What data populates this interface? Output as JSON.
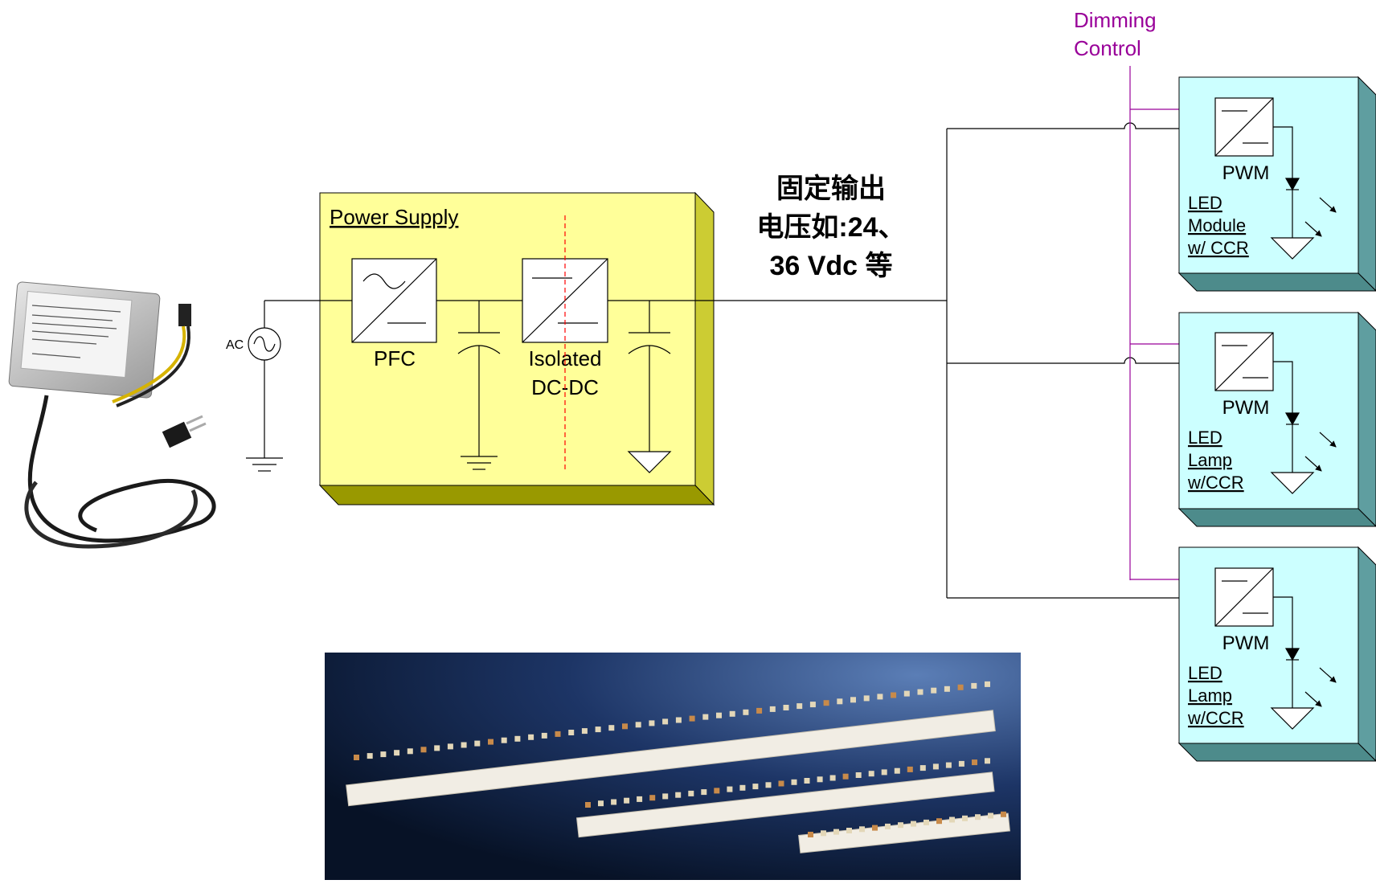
{
  "diagram": {
    "ac_label": "AC",
    "power_supply": {
      "title": "Power Supply",
      "pfc_label": "PFC",
      "dcdc_label_line1": "Isolated",
      "dcdc_label_line2": "DC-DC"
    },
    "output_text": {
      "line1": "固定输出",
      "line2": "电压如:24、",
      "line3": "36 Vdc 等"
    },
    "dimming": {
      "line1": "Dimming",
      "line2": "Control"
    },
    "loads": [
      {
        "pwm_label": "PWM",
        "line1": "LED",
        "line2": "Module",
        "line3": "w/ CCR"
      },
      {
        "pwm_label": "PWM",
        "line1": "LED",
        "line2": "Lamp",
        "line3": "w/CCR"
      },
      {
        "pwm_label": "PWM",
        "line1": "LED",
        "line2": "Lamp",
        "line3": "w/CCR"
      }
    ]
  },
  "colors": {
    "power_supply_fill": "#ffff99",
    "power_supply_side": "#cccc33",
    "power_supply_bottom": "#999900",
    "load_fill": "#ccffff",
    "load_side": "#5f9ea0",
    "load_bottom": "#4d8b8b",
    "dimming": "#990099",
    "isolation_line": "#ff0000",
    "led_photo_bg": "#0b1c3a"
  }
}
